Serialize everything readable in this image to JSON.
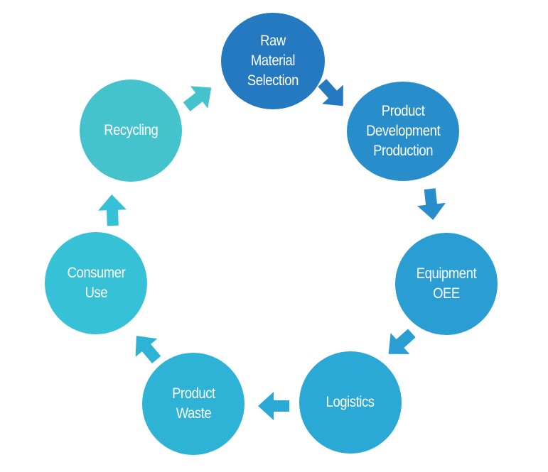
{
  "nodes": [
    {
      "id": "raw-material-selection",
      "lines": [
        "Raw",
        "Material",
        "Selection"
      ],
      "color": "#2479c0"
    },
    {
      "id": "product-development-production",
      "lines": [
        "Product",
        "Development",
        "Production"
      ],
      "color": "#278ecb"
    },
    {
      "id": "equipment-oee",
      "lines": [
        "Equipment",
        "OEE"
      ],
      "color": "#2a9ed3"
    },
    {
      "id": "logistics",
      "lines": [
        "Logistics"
      ],
      "color": "#2aa9d6"
    },
    {
      "id": "product-waste",
      "lines": [
        "Product",
        "Waste"
      ],
      "color": "#2eb3d6"
    },
    {
      "id": "consumer-use",
      "lines": [
        "Consumer",
        "Use"
      ],
      "color": "#37c1d7"
    },
    {
      "id": "recycling",
      "lines": [
        "Recycling"
      ],
      "color": "#44c3cd"
    }
  ],
  "arrows": [
    {
      "from": "raw-material-selection",
      "to": "product-development-production",
      "color": "#2479c0"
    },
    {
      "from": "product-development-production",
      "to": "equipment-oee",
      "color": "#278ecb"
    },
    {
      "from": "equipment-oee",
      "to": "logistics",
      "color": "#2a9ed3"
    },
    {
      "from": "logistics",
      "to": "product-waste",
      "color": "#2aa9d6"
    },
    {
      "from": "product-waste",
      "to": "consumer-use",
      "color": "#2eb3d6"
    },
    {
      "from": "consumer-use",
      "to": "recycling",
      "color": "#37c1d7"
    },
    {
      "from": "recycling",
      "to": "raw-material-selection",
      "color": "#44c3cd"
    }
  ]
}
